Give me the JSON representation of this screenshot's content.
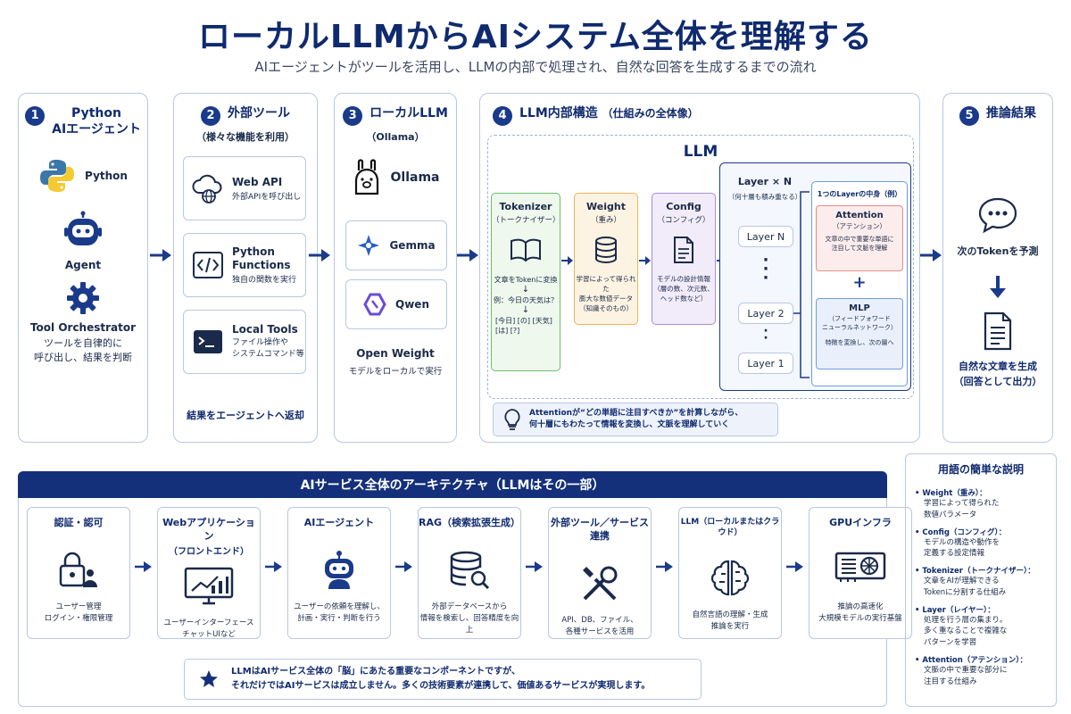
{
  "header": {
    "title": "ローカルLLMからAIシステム全体を理解する",
    "subtitle": "AIエージェントがツールを活用し、LLMの内部で処理され、自然な回答を生成するまでの流れ"
  },
  "p1": {
    "num": "1",
    "title1": "Python",
    "title2": "AIエージェント",
    "python": "Python",
    "agent": "Agent",
    "orch": "Tool Orchestrator",
    "orch_desc1": "ツールを自律的に",
    "orch_desc2": "呼び出し、結果を判断"
  },
  "p2": {
    "num": "2",
    "title": "外部ツール",
    "sub": "（様々な機能を利用）",
    "tools": [
      {
        "name": "Web API",
        "desc1": "外部APIを呼び出し",
        "desc2": ""
      },
      {
        "name": "Python",
        "name2": "Functions",
        "desc1": "独自の関数を実行",
        "desc2": ""
      },
      {
        "name": "Local Tools",
        "desc1": "ファイル操作や",
        "desc2": "システムコマンド等"
      }
    ],
    "footer": "結果をエージェントへ返却"
  },
  "p3": {
    "num": "3",
    "title": "ローカルLLM",
    "sub": "（Ollama）",
    "ollama": "Ollama",
    "models": [
      "Gemma",
      "Qwen"
    ],
    "ow": "Open Weight",
    "ow_desc": "モデルをローカルで実行"
  },
  "p4": {
    "num": "4",
    "title": "LLM内部構造",
    "title_sub": "（仕組みの全体像）",
    "llm": "LLM",
    "tokenizer": {
      "title": "Tokenizer",
      "sub": "（トークナイザー）",
      "desc": "文章をTokenに変換",
      "ex": "例：今日の天気は？",
      "tokens": "[今日] [の] [天気] [は] [?]"
    },
    "weight": {
      "title": "Weight",
      "sub": "（重み）",
      "desc1": "学習によって得られた",
      "desc2": "膨大な数値データ",
      "desc3": "（知識そのもの）"
    },
    "config": {
      "title": "Config",
      "sub": "（コンフィグ）",
      "desc1": "モデルの設計情報",
      "desc2": "（層の数、次元数、",
      "desc3": "ヘッド数など）"
    },
    "layers": {
      "title": "Layer × N",
      "sub": "（何十層も積み重なる）",
      "items": [
        "Layer N",
        "Layer 2",
        "Layer 1"
      ]
    },
    "inner": {
      "title": "1つのLayerの中身（例）",
      "attn_title": "Attention",
      "attn_sub": "（アテンション）",
      "attn_desc1": "文章の中で重要な単語に",
      "attn_desc2": "注目して文脈を理解",
      "plus": "+",
      "mlp_title": "MLP",
      "mlp_sub1": "（フィードフォワード",
      "mlp_sub2": "ニューラルネットワーク）",
      "mlp_desc": "特徴を変換し、次の層へ"
    },
    "note1": "Attentionが“どの単語に注目すべきか”を計算しながら、",
    "note2": "何十層にもわたって情報を変換し、文脈を理解していく"
  },
  "p5": {
    "num": "5",
    "title": "推論結果",
    "predict": "次のTokenを予測",
    "gen1": "自然な文章を生成",
    "gen2": "（回答として出力）"
  },
  "arch": {
    "banner": "AIサービス全体のアーキテクチャ（LLMはその一部）",
    "items": [
      {
        "title": "認証・認可",
        "title2": "",
        "desc1": "ユーザー管理",
        "desc2": "ログイン・権限管理"
      },
      {
        "title": "Webアプリケーション",
        "title2": "（フロントエンド）",
        "desc1": "ユーザーインターフェース",
        "desc2": "チャットUIなど"
      },
      {
        "title": "AIエージェント",
        "title2": "",
        "desc1": "ユーザーの依頼を理解し、",
        "desc2": "計画・実行・判断を行う"
      },
      {
        "title": "RAG（検索拡張生成）",
        "title2": "",
        "desc1": "外部データベースから",
        "desc2": "情報を検索し、回答精度を向上"
      },
      {
        "title": "外部ツール／サービス連携",
        "title2": "",
        "desc1": "API、DB、ファイル、",
        "desc2": "各種サービスを活用"
      },
      {
        "title": "LLM（ローカルまたはクラウド）",
        "title2": "",
        "desc1": "自然言語の理解・生成",
        "desc2": "推論を実行"
      },
      {
        "title": "GPUインフラ",
        "title2": "",
        "desc1": "推論の高速化",
        "desc2": "大規模モデルの実行基盤"
      }
    ],
    "note1": "LLMはAIサービス全体の「脳」にあたる重要なコンポーネントですが、",
    "note2": "それだけではAIサービスは成立しません。多くの技術要素が連携して、価値あるサービスが実現します。"
  },
  "glossary": {
    "title": "用語の簡単な説明",
    "items": [
      {
        "term": "Weight（重み）：",
        "d1": "学習によって得られた",
        "d2": "数値パラメータ",
        "d3": ""
      },
      {
        "term": "Config（コンフィグ）：",
        "d1": "モデルの構造や動作を",
        "d2": "定義する設定情報",
        "d3": ""
      },
      {
        "term": "Tokenizer（トークナイザー）：",
        "d1": "文章をAIが理解できる",
        "d2": "Tokenに分割する仕組み",
        "d3": ""
      },
      {
        "term": "Layer（レイヤー）：",
        "d1": "処理を行う層の集まり。",
        "d2": "多く重なることで複雑な",
        "d3": "パターンを学習"
      },
      {
        "term": "Attention（アテンション）：",
        "d1": "文脈の中で重要な部分に",
        "d2": "注目する仕組み",
        "d3": ""
      }
    ]
  },
  "colors": {
    "navy": "#0f2a6e",
    "border": "#b9c7e3",
    "green": "#6bbf6b",
    "orange": "#f0b35a",
    "purple": "#a98bd6",
    "red": "#e88c8c",
    "blue": "#6f9be0"
  }
}
